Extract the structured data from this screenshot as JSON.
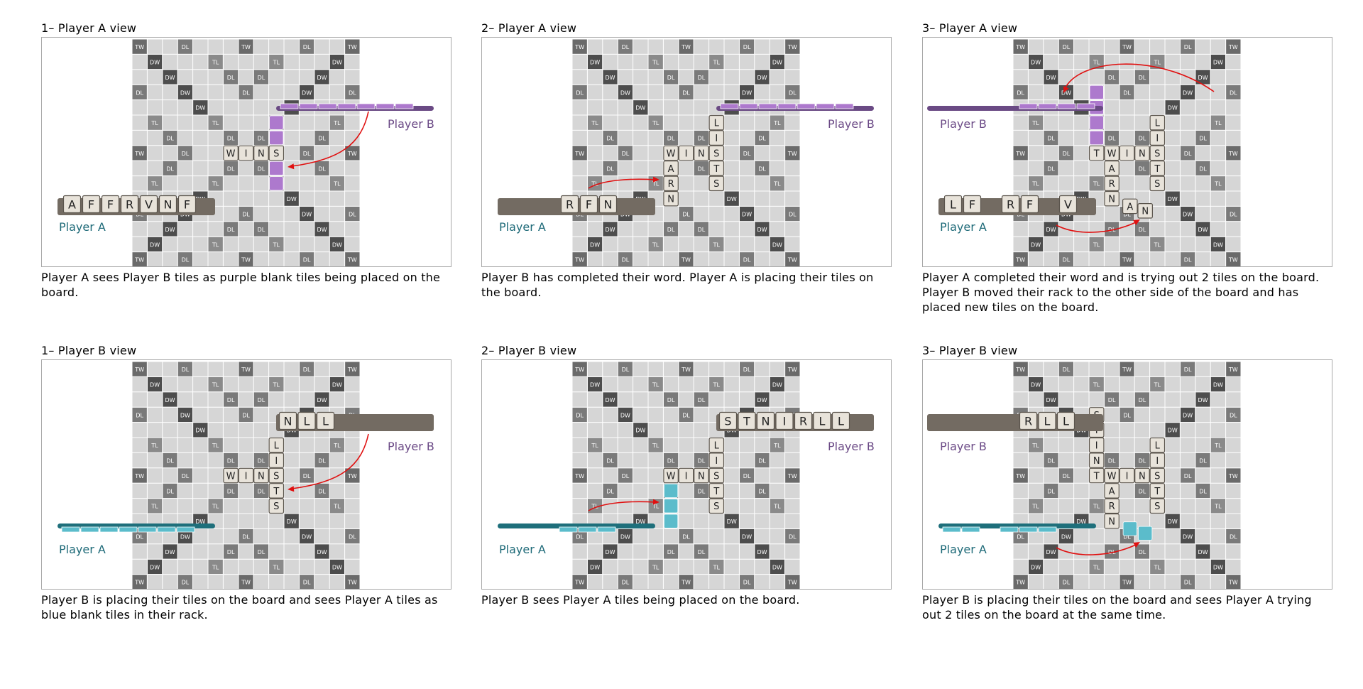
{
  "panels": [
    {
      "title": "1– Player A view",
      "caption": "Player A sees Player B tiles as purple blank tiles being placed on the board.",
      "labelA": "Player A",
      "labelB": "Player B",
      "rackA": {
        "kind": "tiles",
        "side": "left",
        "letters": [
          "A",
          "F",
          "F",
          "R",
          "V",
          "N",
          "F"
        ]
      },
      "rackB": {
        "kind": "blank",
        "side": "right",
        "color": "#ad79cd",
        "count": 7
      },
      "board": [
        {
          "c": 6,
          "r": 7,
          "t": "W"
        },
        {
          "c": 7,
          "r": 7,
          "t": "I"
        },
        {
          "c": 8,
          "r": 7,
          "t": "N"
        },
        {
          "c": 9,
          "r": 7,
          "t": "S"
        },
        {
          "c": 9,
          "r": 5,
          "blank": "#ad79cd"
        },
        {
          "c": 9,
          "r": 6,
          "blank": "#ad79cd"
        },
        {
          "c": 9,
          "r": 8,
          "blank": "#ad79cd"
        },
        {
          "c": 9,
          "r": 9,
          "blank": "#ad79cd"
        }
      ],
      "floating": [],
      "arrows": [
        "rackB-to-board"
      ]
    },
    {
      "title": "2– Player A view",
      "caption": "Player B has completed their word. Player A is placing their tiles on the board.",
      "labelA": "Player A",
      "labelB": "Player B",
      "rackA": {
        "kind": "tiles",
        "side": "left",
        "letters": [
          "R",
          "F",
          "N"
        ],
        "offset": 3
      },
      "rackB": {
        "kind": "blank",
        "side": "right",
        "color": "#ad79cd",
        "count": 7
      },
      "board": [
        {
          "c": 6,
          "r": 7,
          "t": "W"
        },
        {
          "c": 7,
          "r": 7,
          "t": "I"
        },
        {
          "c": 8,
          "r": 7,
          "t": "N"
        },
        {
          "c": 9,
          "r": 7,
          "t": "S"
        },
        {
          "c": 9,
          "r": 5,
          "t": "L"
        },
        {
          "c": 9,
          "r": 6,
          "t": "I"
        },
        {
          "c": 9,
          "r": 8,
          "t": "T"
        },
        {
          "c": 9,
          "r": 9,
          "t": "S"
        },
        {
          "c": 6,
          "r": 8,
          "t": "A"
        },
        {
          "c": 6,
          "r": 9,
          "t": "R"
        },
        {
          "c": 6,
          "r": 10,
          "t": "N"
        }
      ],
      "floating": [],
      "arrows": [
        "rackA-to-board"
      ]
    },
    {
      "title": "3– Player A view",
      "caption": "Player A completed their word and is trying out 2 tiles on the board. Player B moved their rack to the other side of the board and has placed new tiles on the board.",
      "labelA": "Player A",
      "labelB": "Player B",
      "rackA": {
        "kind": "tiles",
        "side": "left",
        "letters": [
          "L",
          "F",
          "",
          "R",
          "F",
          "",
          "V"
        ]
      },
      "rackB": {
        "kind": "blank",
        "side": "left-top",
        "color": "#ad79cd",
        "count": 4
      },
      "board": [
        {
          "c": 5,
          "r": 7,
          "t": "T"
        },
        {
          "c": 6,
          "r": 7,
          "t": "W"
        },
        {
          "c": 7,
          "r": 7,
          "t": "I"
        },
        {
          "c": 8,
          "r": 7,
          "t": "N"
        },
        {
          "c": 9,
          "r": 7,
          "t": "S"
        },
        {
          "c": 9,
          "r": 5,
          "t": "L"
        },
        {
          "c": 9,
          "r": 6,
          "t": "I"
        },
        {
          "c": 9,
          "r": 8,
          "t": "T"
        },
        {
          "c": 9,
          "r": 9,
          "t": "S"
        },
        {
          "c": 6,
          "r": 8,
          "t": "A"
        },
        {
          "c": 6,
          "r": 9,
          "t": "R"
        },
        {
          "c": 6,
          "r": 10,
          "t": "N"
        },
        {
          "c": 5,
          "r": 3,
          "blank": "#ad79cd"
        },
        {
          "c": 5,
          "r": 4,
          "blank": "#ad79cd"
        },
        {
          "c": 5,
          "r": 5,
          "blank": "#ad79cd"
        },
        {
          "c": 5,
          "r": 6,
          "blank": "#ad79cd"
        }
      ],
      "floating": [
        {
          "t": "A",
          "c": 7.2,
          "r": 10.5
        },
        {
          "t": "N",
          "c": 8.2,
          "r": 10.8
        }
      ],
      "arrows": [
        "top-right-to-left",
        "rackA-to-floating"
      ]
    },
    {
      "title": "1– Player B view",
      "caption": "Player B is placing their tiles on the board and sees Player A tiles as blue blank tiles in their rack.",
      "labelA": "Player A",
      "labelB": "Player B",
      "rackA": {
        "kind": "blank",
        "side": "left",
        "color": "#5bbccb",
        "count": 7
      },
      "rackB": {
        "kind": "tiles",
        "side": "right",
        "letters": [
          "N",
          "L",
          "L"
        ]
      },
      "board": [
        {
          "c": 6,
          "r": 7,
          "t": "W"
        },
        {
          "c": 7,
          "r": 7,
          "t": "I"
        },
        {
          "c": 8,
          "r": 7,
          "t": "N"
        },
        {
          "c": 9,
          "r": 7,
          "t": "S"
        },
        {
          "c": 9,
          "r": 5,
          "t": "L"
        },
        {
          "c": 9,
          "r": 6,
          "t": "I"
        },
        {
          "c": 9,
          "r": 8,
          "t": "T"
        },
        {
          "c": 9,
          "r": 9,
          "t": "S"
        }
      ],
      "floating": [],
      "arrows": [
        "rackB-to-board"
      ]
    },
    {
      "title": "2– Player B view",
      "caption": "Player B sees Player A tiles being placed on the board.",
      "labelA": "Player A",
      "labelB": "Player B",
      "rackA": {
        "kind": "blank",
        "side": "left",
        "color": "#5bbccb",
        "count": 3,
        "offset": 3
      },
      "rackB": {
        "kind": "tiles",
        "side": "right",
        "letters": [
          "S",
          "T",
          "N",
          "I",
          "R",
          "L",
          "L"
        ]
      },
      "board": [
        {
          "c": 6,
          "r": 7,
          "t": "W"
        },
        {
          "c": 7,
          "r": 7,
          "t": "I"
        },
        {
          "c": 8,
          "r": 7,
          "t": "N"
        },
        {
          "c": 9,
          "r": 7,
          "t": "S"
        },
        {
          "c": 9,
          "r": 5,
          "t": "L"
        },
        {
          "c": 9,
          "r": 6,
          "t": "I"
        },
        {
          "c": 9,
          "r": 8,
          "t": "T"
        },
        {
          "c": 9,
          "r": 9,
          "t": "S"
        },
        {
          "c": 6,
          "r": 8,
          "blank": "#5bbccb"
        },
        {
          "c": 6,
          "r": 9,
          "blank": "#5bbccb"
        },
        {
          "c": 6,
          "r": 10,
          "blank": "#5bbccb"
        }
      ],
      "floating": [],
      "arrows": [
        "rackA-to-board"
      ]
    },
    {
      "title": "3– Player B view",
      "caption": "Player B is placing their tiles on the board and sees Player A trying out 2 tiles on the board at the same time.",
      "labelA": "Player A",
      "labelB": "Player B",
      "rackA": {
        "kind": "blank",
        "side": "left",
        "color": "#5bbccb",
        "count": 5,
        "gaps": [
          2
        ]
      },
      "rackB": {
        "kind": "tiles",
        "side": "left-top",
        "letters": [
          "R",
          "L",
          "L"
        ],
        "offset": 3
      },
      "board": [
        {
          "c": 5,
          "r": 7,
          "t": "T"
        },
        {
          "c": 6,
          "r": 7,
          "t": "W"
        },
        {
          "c": 7,
          "r": 7,
          "t": "I"
        },
        {
          "c": 8,
          "r": 7,
          "t": "N"
        },
        {
          "c": 9,
          "r": 7,
          "t": "S"
        },
        {
          "c": 9,
          "r": 5,
          "t": "L"
        },
        {
          "c": 9,
          "r": 6,
          "t": "I"
        },
        {
          "c": 9,
          "r": 8,
          "t": "T"
        },
        {
          "c": 9,
          "r": 9,
          "t": "S"
        },
        {
          "c": 6,
          "r": 8,
          "t": "A"
        },
        {
          "c": 6,
          "r": 9,
          "t": "R"
        },
        {
          "c": 6,
          "r": 10,
          "t": "N"
        },
        {
          "c": 5,
          "r": 3,
          "t": "S"
        },
        {
          "c": 5,
          "r": 4,
          "t": "T"
        },
        {
          "c": 5,
          "r": 5,
          "t": "I"
        },
        {
          "c": 5,
          "r": 6,
          "t": "N"
        }
      ],
      "floatingBlank": [
        {
          "c": 7.2,
          "r": 10.5,
          "color": "#5bbccb"
        },
        {
          "c": 8.2,
          "r": 10.8,
          "color": "#5bbccb"
        }
      ],
      "floating": [],
      "arrows": [
        "rackA-to-floating"
      ]
    }
  ],
  "premium": [
    [
      "TW",
      "",
      "",
      "DL",
      "",
      "",
      "",
      "TW",
      "",
      "",
      "",
      "DL",
      "",
      "",
      "TW"
    ],
    [
      "",
      "DW",
      "",
      "",
      "",
      "TL",
      "",
      "",
      "",
      "TL",
      "",
      "",
      "",
      "DW",
      ""
    ],
    [
      "",
      "",
      "DW",
      "",
      "",
      "",
      "DL",
      "",
      "DL",
      "",
      "",
      "",
      "DW",
      "",
      ""
    ],
    [
      "DL",
      "",
      "",
      "DW",
      "",
      "",
      "",
      "DL",
      "",
      "",
      "",
      "DW",
      "",
      "",
      "DL"
    ],
    [
      "",
      "",
      "",
      "",
      "DW",
      "",
      "",
      "",
      "",
      "",
      "DW",
      "",
      "",
      "",
      ""
    ],
    [
      "",
      "TL",
      "",
      "",
      "",
      "TL",
      "",
      "",
      "",
      "TL",
      "",
      "",
      "",
      "TL",
      ""
    ],
    [
      "",
      "",
      "DL",
      "",
      "",
      "",
      "DL",
      "",
      "DL",
      "",
      "",
      "",
      "DL",
      "",
      ""
    ],
    [
      "TW",
      "",
      "",
      "DL",
      "",
      "",
      "",
      "",
      "",
      "",
      "",
      "DL",
      "",
      "",
      "TW"
    ],
    [
      "",
      "",
      "DL",
      "",
      "",
      "",
      "DL",
      "",
      "DL",
      "",
      "",
      "",
      "DL",
      "",
      ""
    ],
    [
      "",
      "TL",
      "",
      "",
      "",
      "TL",
      "",
      "",
      "",
      "TL",
      "",
      "",
      "",
      "TL",
      ""
    ],
    [
      "",
      "",
      "",
      "",
      "DW",
      "",
      "",
      "",
      "",
      "",
      "DW",
      "",
      "",
      "",
      ""
    ],
    [
      "DL",
      "",
      "",
      "DW",
      "",
      "",
      "",
      "DL",
      "",
      "",
      "",
      "DW",
      "",
      "",
      "DL"
    ],
    [
      "",
      "",
      "DW",
      "",
      "",
      "",
      "DL",
      "",
      "DL",
      "",
      "",
      "",
      "DW",
      "",
      ""
    ],
    [
      "",
      "DW",
      "",
      "",
      "",
      "TL",
      "",
      "",
      "",
      "TL",
      "",
      "",
      "",
      "DW",
      ""
    ],
    [
      "TW",
      "",
      "",
      "DL",
      "",
      "",
      "",
      "TW",
      "",
      "",
      "",
      "DL",
      "",
      "",
      "TW"
    ]
  ],
  "colors": {
    "board": "#dcdcdc",
    "grid": "#ffffff",
    "tw": "#6a6a6a",
    "dw": "#4d4d4d",
    "dl": "#7a7a7a",
    "tl": "#8a8a8a",
    "rack": "#736b62",
    "tile": "#e8e3da",
    "tileBorder": "#5a544c",
    "playerA": "#1e6a78",
    "playerB": "#6b4a86",
    "purpleRack": "#6a4a84",
    "blueRack": "#1e6f7b",
    "arrow": "#e01010"
  }
}
